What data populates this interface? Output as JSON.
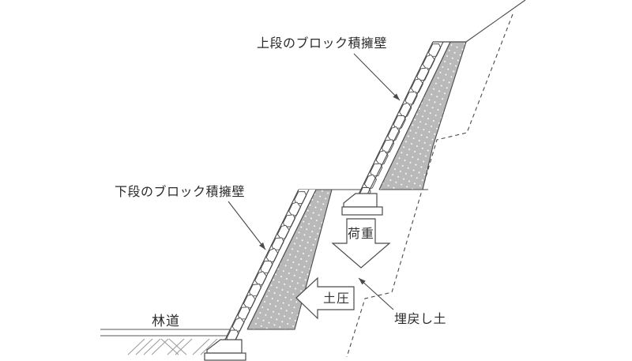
{
  "diagram": {
    "upper_wall_label": "上段のブロック積擁壁",
    "lower_wall_label": "下段のブロック積擁壁",
    "load_arrow_label": "荷重",
    "earth_pressure_arrow_label": "土圧",
    "backfill_label": "埋戻し土",
    "road_label": "林道"
  },
  "colors": {
    "line": "#4a4a4a",
    "road_line": "#8f8f8f",
    "stipple_fill": "#b9b9b9",
    "stipple_dot": "#ffffff",
    "text": "#2b2b2b",
    "background": "#ffffff"
  }
}
